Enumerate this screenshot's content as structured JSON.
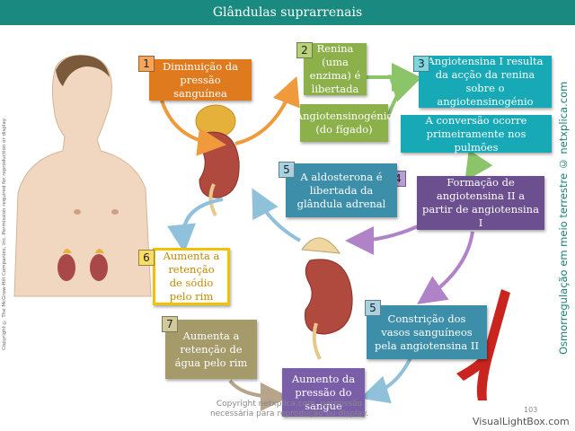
{
  "title": "Glândulas suprarrenais",
  "colors": {
    "title_bar": "#1a8a80",
    "orange": "#e07a1e",
    "green": "#8cb04a",
    "teal": "#17a9b6",
    "blue": "#3d8ea8",
    "purple": "#6b4f8e",
    "yellow": "#f2c200",
    "olive": "#a49a6a",
    "violet": "#7a5fa8",
    "arrow_orange": "#f09a3e",
    "arrow_green": "#8cc46a",
    "arrow_blue": "#8fc1da",
    "arrow_purple": "#b083c9",
    "arrow_brown": "#b8a48a"
  },
  "steps": [
    {
      "badge": "1",
      "text": "Diminuição da pressão sanguínea"
    },
    {
      "badge": "2",
      "text": "Renina (uma enzima) é libertada"
    },
    {
      "badge": "",
      "text": "Angiotensinogénio (do fígado)"
    },
    {
      "badge": "3",
      "text": "Angiotensina I resulta da acção da renina sobre o angiotensinogénio"
    },
    {
      "badge": "",
      "text": "A conversão ocorre primeiramente nos pulmões"
    },
    {
      "badge": "4",
      "text": "Formação de angiotensina II a partir de angiotensina I"
    },
    {
      "badge": "5",
      "text": "A aldosterona é libertada da glândula adrenal"
    },
    {
      "badge": "5",
      "text": "Constrição dos vasos sanguíneos pela angiotensina II"
    },
    {
      "badge": "6",
      "text": "Aumenta a retenção de sódio pelo rim"
    },
    {
      "badge": "7",
      "text": "Aumenta a retenção de água pelo rim"
    },
    {
      "badge": "",
      "text": "Aumento da pressão do sangue"
    }
  ],
  "copyright_side": "Copyright © The McGraw-Hill Companies, Inc. Permission required for reproduction or display.",
  "site_side": "Osmorregulação em meio terrestre © netxplica.com",
  "footer_copyright": "Copyright netxplica.com, permissão necessária para reprodução ou display.",
  "page_number": "103",
  "watermark": "VisualLightBox.com"
}
